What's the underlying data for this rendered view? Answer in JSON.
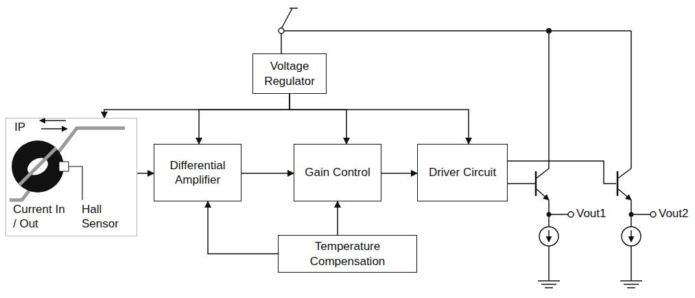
{
  "diagram": {
    "nodes": [
      {
        "text": [
          "Voltage Regulator"
        ]
      },
      {
        "text": [
          "IP",
          "Current In / Out",
          "Hall Sensor"
        ]
      },
      {
        "text": [
          "Differential Amplifier"
        ]
      },
      {
        "text": [
          "Gain Control"
        ]
      },
      {
        "text": [
          "Driver Circuit"
        ]
      },
      {
        "text": [
          "Temperature Compensation"
        ]
      }
    ],
    "edges": [
      {
        "from": 0,
        "to": 1,
        "arrow": "to"
      },
      {
        "from": 0,
        "to": 2,
        "arrow": "to"
      },
      {
        "from": 0,
        "to": 3,
        "arrow": "to"
      },
      {
        "from": 0,
        "to": 4,
        "arrow": "to"
      },
      {
        "from": 1,
        "to": 2,
        "arrow": "to"
      },
      {
        "from": 2,
        "to": 3,
        "arrow": "to"
      },
      {
        "from": 3,
        "to": 4,
        "arrow": "to"
      },
      {
        "from": 5,
        "to": 2,
        "arrow": "to"
      },
      {
        "from": 5,
        "to": 3,
        "arrow": "to"
      }
    ],
    "labels": [
      "Vout1",
      "Vout2"
    ]
  }
}
